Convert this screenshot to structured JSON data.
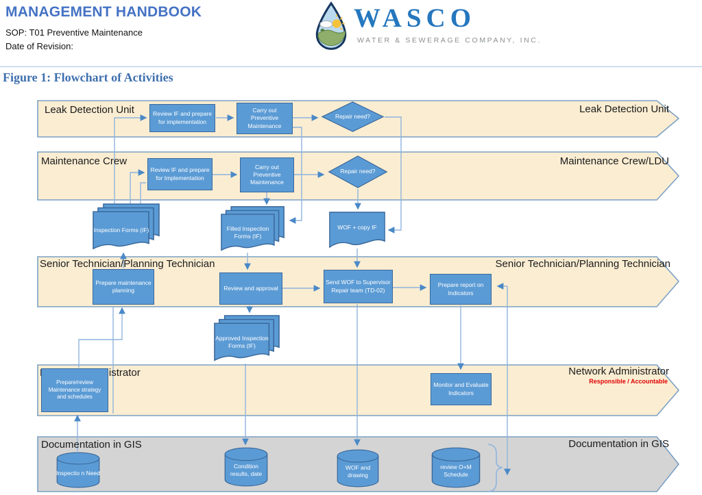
{
  "header": {
    "title": "MANAGEMENT HANDBOOK",
    "sop_line": "SOP: T01 Preventive Maintenance",
    "revision_line": "Date of Revision:",
    "figure_title": "Figure 1: Flowchart of Activities",
    "logo": {
      "wordmark": "WASCO",
      "tagline": "WATER & SEWERAGE COMPANY, INC."
    }
  },
  "colors": {
    "accent_blue": "#4472C4",
    "shape_blue": "#5B9BD5",
    "shape_border": "#39689B",
    "lane_cream": "#FBEDD2",
    "lane_gray": "#D4D4D4",
    "connector_blue": "#8EB4DE",
    "red_note": "#E00000",
    "wasco_blue": "#2577BE"
  },
  "lanes": [
    {
      "left_label": "Leak Detection Unit",
      "right_label": "Leak Detection Unit"
    },
    {
      "left_label": "Maintenance Crew",
      "right_label": "Maintenance Crew/LDU"
    },
    {
      "left_label": "Senior Technician/Planning Technician",
      "right_label": "Senior Technician/Planning Technician"
    },
    {
      "left_label": "Network Administrator",
      "right_label": "Network Administrator",
      "right_sublabel": "Responsible / Accountable"
    },
    {
      "left_label": "Documentation in GIS",
      "right_label": "Documentation in GIS"
    }
  ],
  "nodes": {
    "review_if_ldu": {
      "label": "Review IF and prepare for implementation"
    },
    "carry_out_ldu": {
      "label": "Carry out Preventive Maintenance"
    },
    "repair_need_ldu": {
      "label": "Repair need?"
    },
    "review_if_crew": {
      "label": "Review IF and prepare for Implementation"
    },
    "carry_out_crew": {
      "label": "Carry out Preventive Maintenance"
    },
    "repair_need_crew": {
      "label": "Repair need?"
    },
    "inspection_forms": {
      "label": "Inspection Forms (IF)"
    },
    "filled_forms": {
      "label": "Filled Inspection Forms (IF)"
    },
    "wof_copy": {
      "label": "WOF + copy IF"
    },
    "prepare_planning": {
      "label": "Prepare maintenance planning"
    },
    "review_approval": {
      "label": "Review and approval"
    },
    "send_wof": {
      "label": "Send WOF to Supervisor Repair team (TD-02)"
    },
    "prepare_report": {
      "label": "Prepare report on Indicators"
    },
    "approved_forms": {
      "label": "Approved Inspection Forms (IF)"
    },
    "prepare_strategy": {
      "label": "Prepare/review Maintenance strategy and schedules"
    },
    "monitor_evaluate": {
      "label": "Monitor and Evaluate Indicators"
    },
    "inspection_need": {
      "label": "Inspectio n Need"
    },
    "condition_results": {
      "label": "Condition results, date"
    },
    "wof_drawing": {
      "label": "WOF and drawing"
    },
    "review_om": {
      "label": "review O+M Schedule"
    }
  }
}
